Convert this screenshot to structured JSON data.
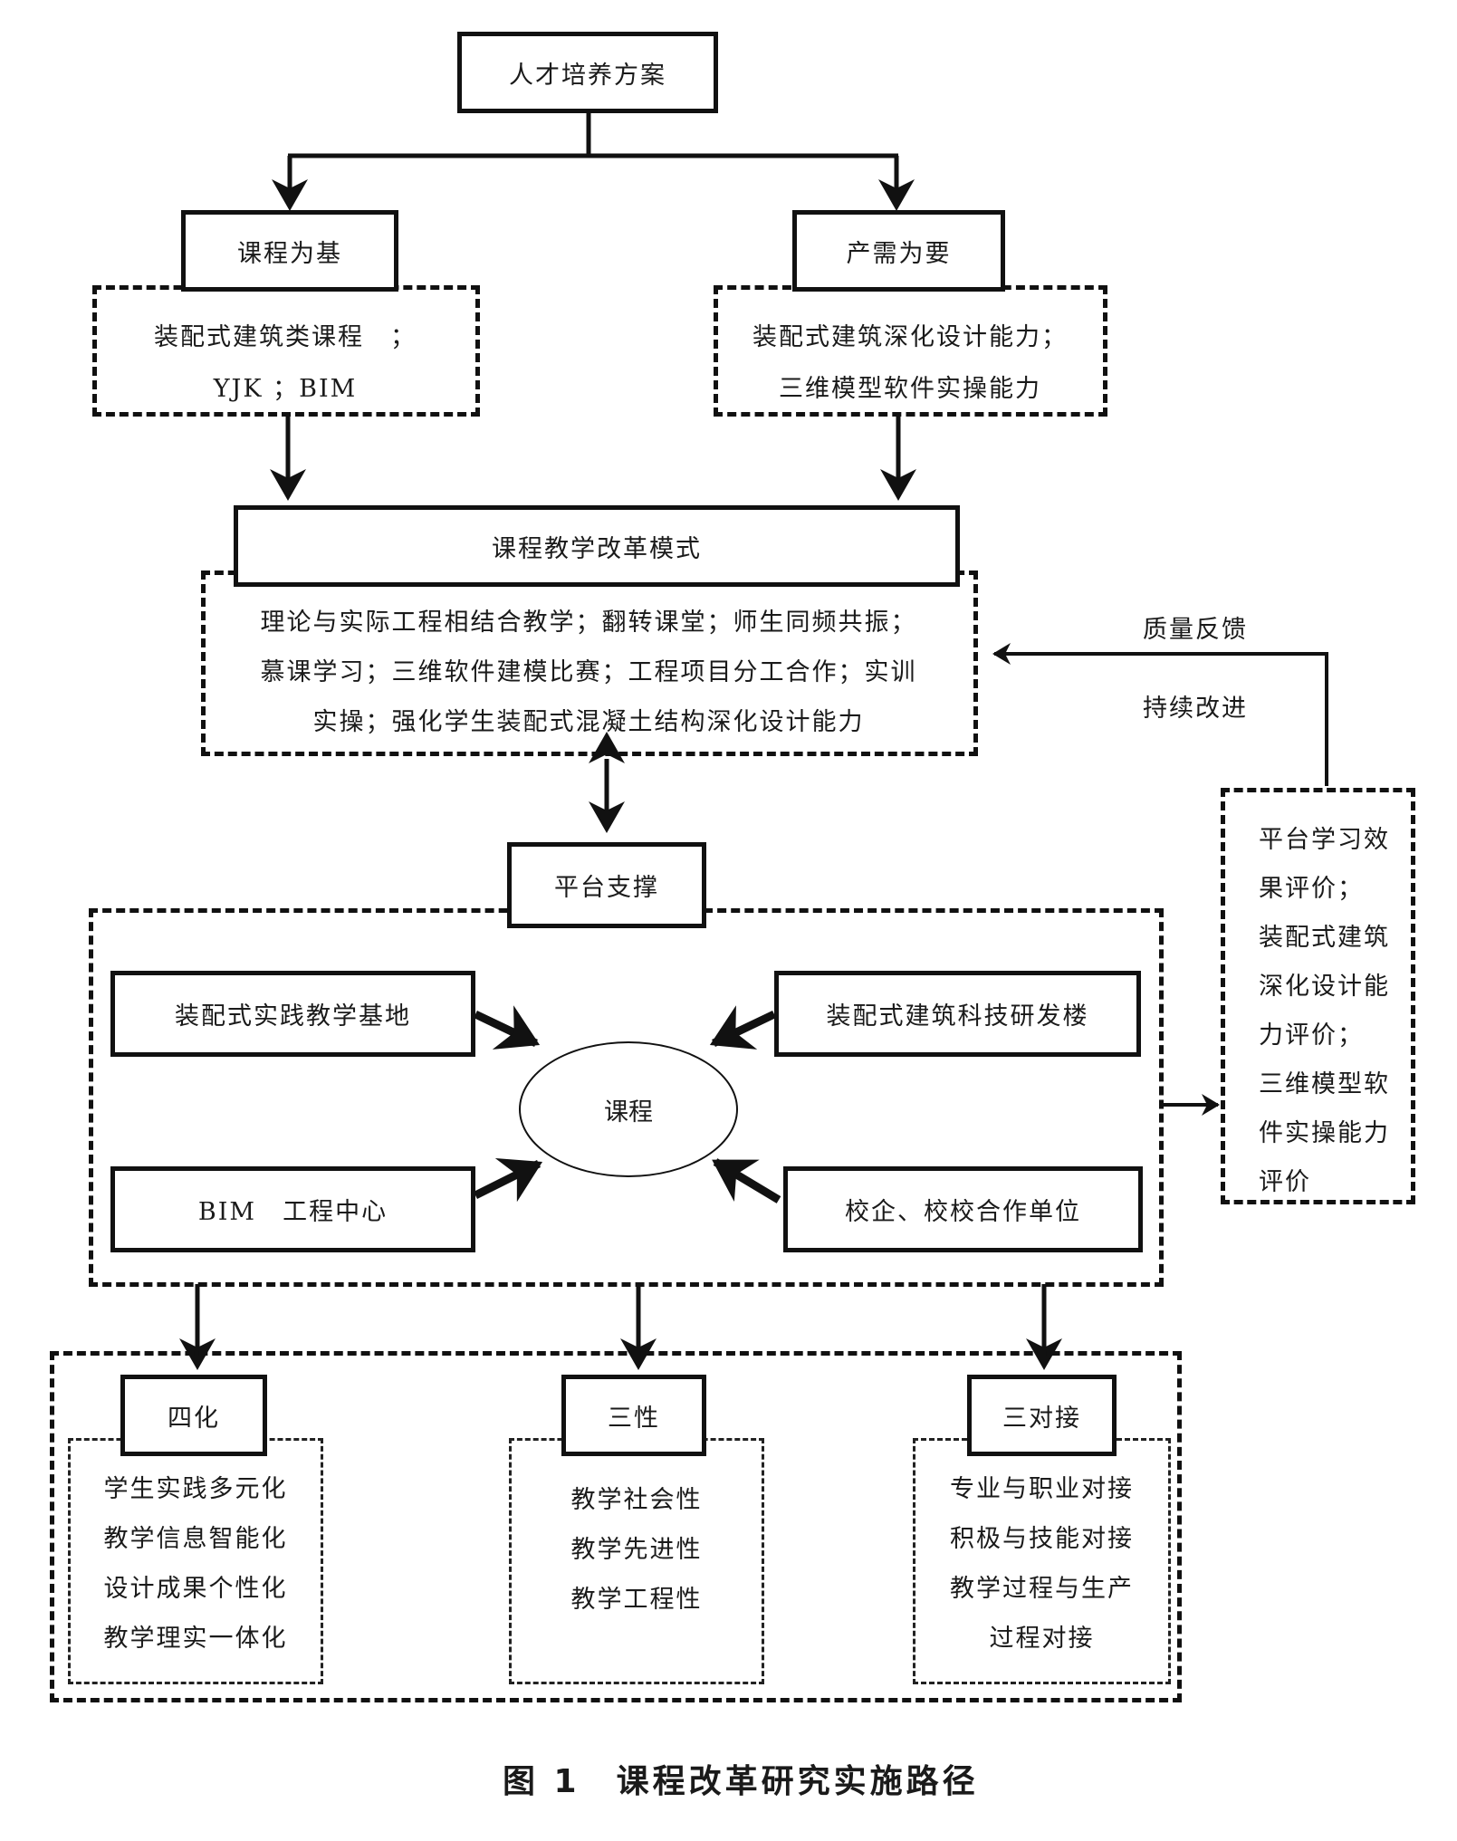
{
  "top": {
    "title": "人才培养方案"
  },
  "left_branch": {
    "title": "课程为基",
    "line1": "装配式建筑类课程　；",
    "line2": "YJK ；BIM"
  },
  "right_branch": {
    "title": "产需为要",
    "line1": "装配式建筑深化设计能力；",
    "line2": "三维模型软件实操能力"
  },
  "reform": {
    "title": "课程教学改革模式",
    "lines": [
      "理论与实际工程相结合教学；翻转课堂；师生同频共振；",
      "慕课学习；三维软件建模比赛；工程项目分工合作；实训",
      "实操；强化学生装配式混凝土结构深化设计能力"
    ]
  },
  "feedback": {
    "label1": "质量反馈",
    "label2": "持续改进"
  },
  "evaluation": {
    "lines": [
      "平台学习效",
      "果评价；",
      "装配式建筑",
      "深化设计能",
      "力评价；",
      "三维模型软",
      "件实操能力",
      "评价"
    ]
  },
  "platform": {
    "title": "平台支撑",
    "center": "课程",
    "nodes": [
      "装配式实践教学基地",
      "装配式建筑科技研发楼",
      "BIM　工程中心",
      "校企、校校合作单位"
    ]
  },
  "groups": [
    {
      "title": "四化",
      "items": [
        "学生实践多元化",
        "教学信息智能化",
        "设计成果个性化",
        "教学理实一体化"
      ]
    },
    {
      "title": "三性",
      "items": [
        "教学社会性",
        "教学先进性",
        "教学工程性"
      ]
    },
    {
      "title": "三对接",
      "items": [
        "专业与职业对接",
        "积极与技能对接",
        "教学过程与生产",
        "过程对接"
      ]
    }
  ],
  "caption": "图 1　课程改革研究实施路径"
}
